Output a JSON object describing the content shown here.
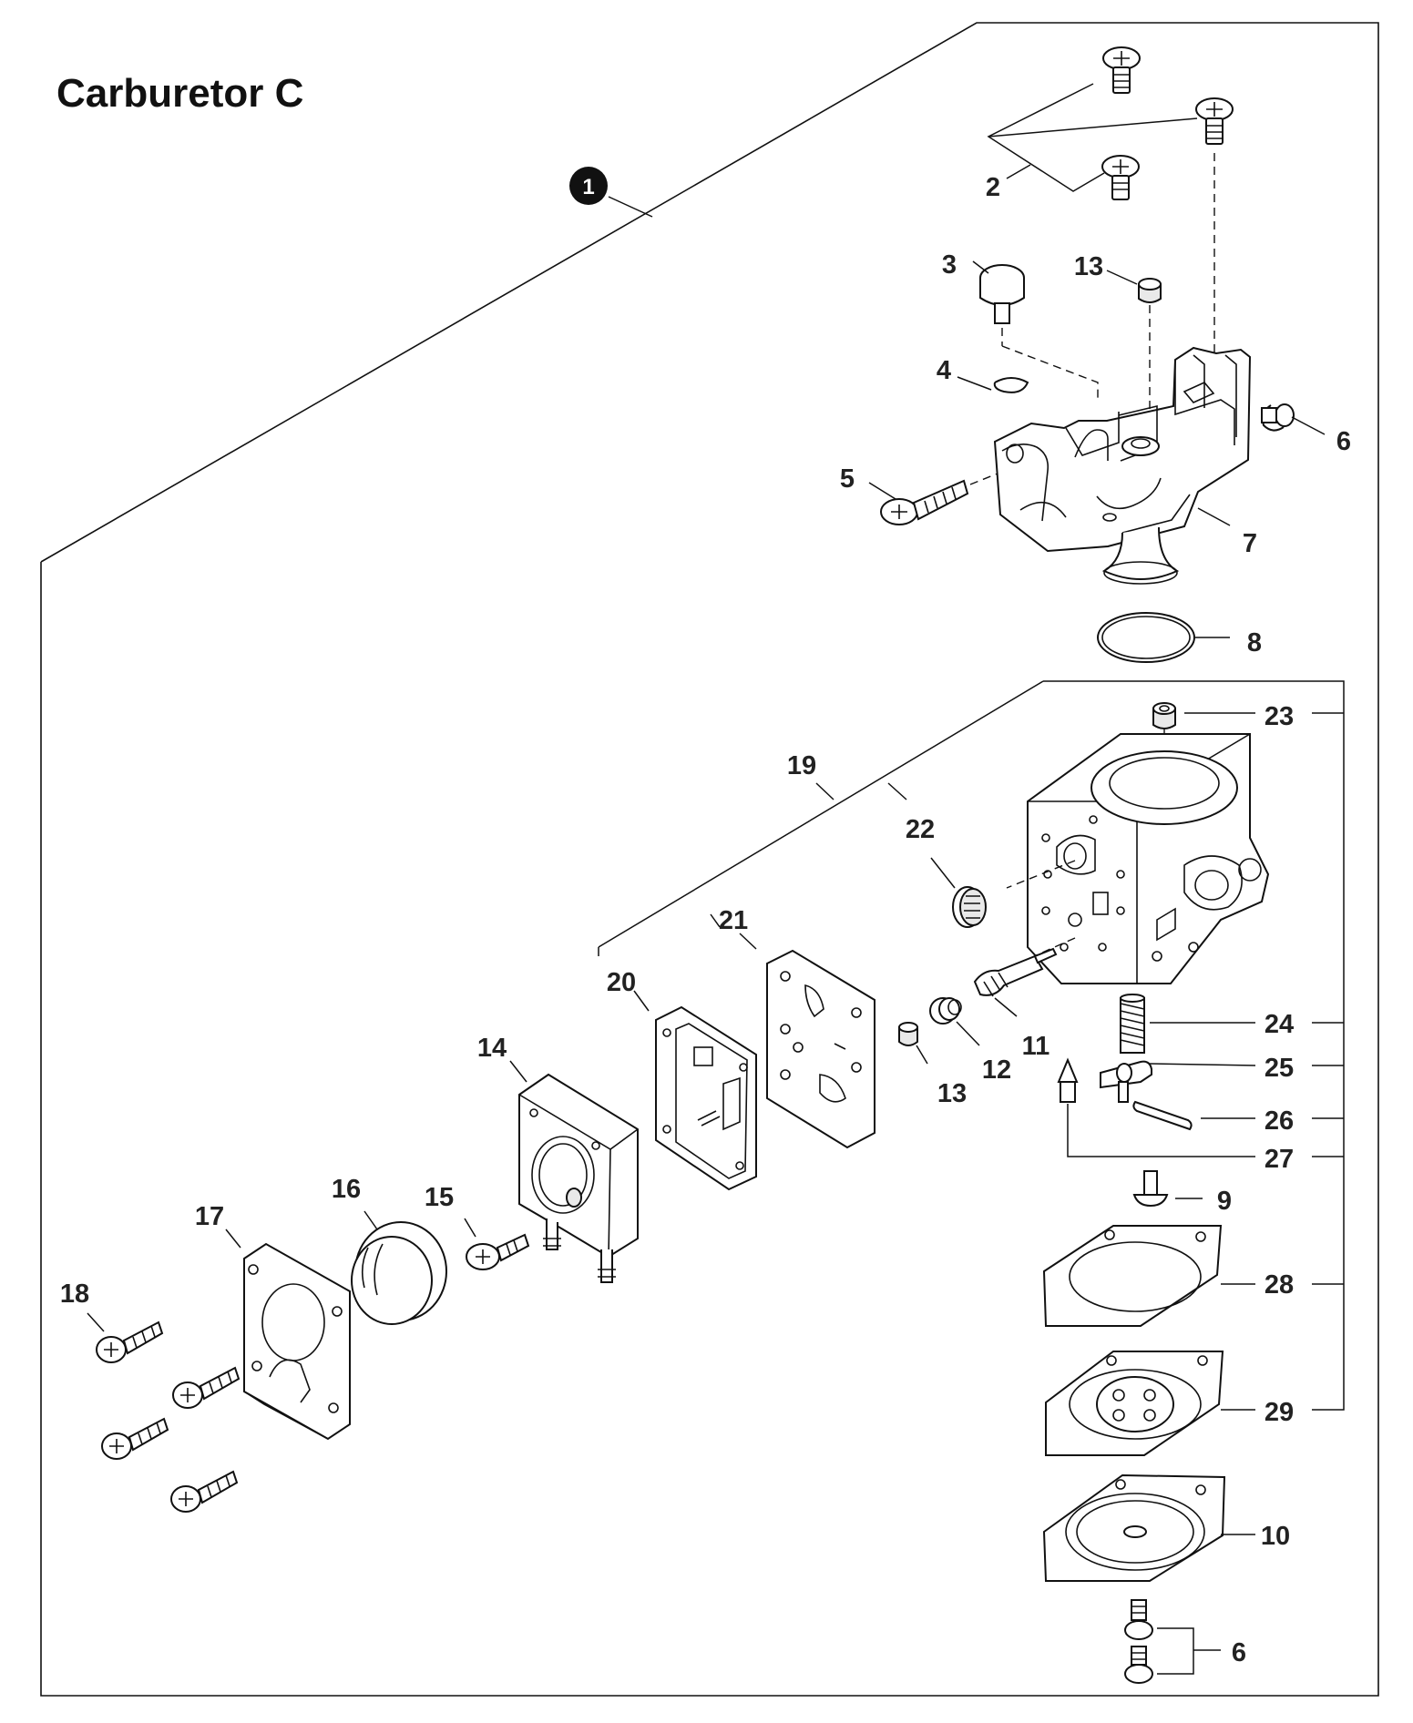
{
  "title": "Carburetor C",
  "reference_marker": "1",
  "callouts": {
    "c2": "2",
    "c3": "3",
    "c13a": "13",
    "c4": "4",
    "c6a": "6",
    "c5": "5",
    "c7": "7",
    "c8": "8",
    "c19": "19",
    "c22": "22",
    "c21": "21",
    "c20": "20",
    "c14": "14",
    "c11": "11",
    "c12": "12",
    "c13b": "13",
    "c23": "23",
    "c24": "24",
    "c25": "25",
    "c26": "26",
    "c27": "27",
    "c9": "9",
    "c28": "28",
    "c29": "29",
    "c10": "10",
    "c6b": "6",
    "c16": "16",
    "c15": "15",
    "c17": "17",
    "c18": "18"
  }
}
